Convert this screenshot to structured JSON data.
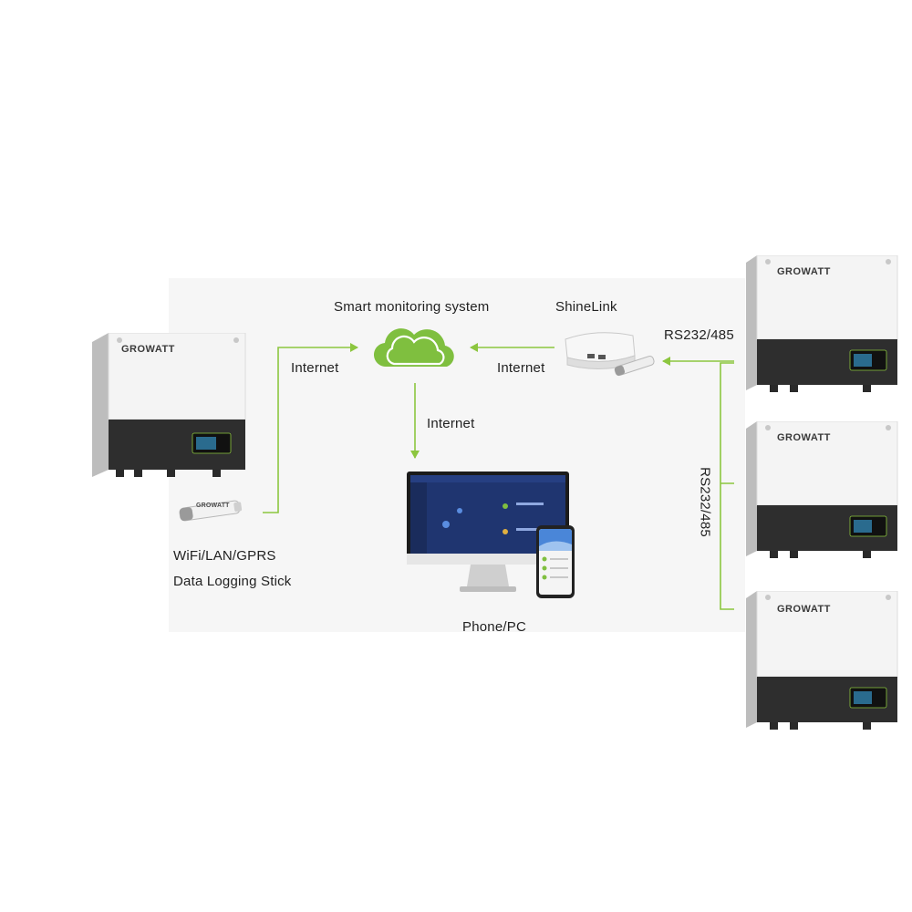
{
  "labels": {
    "cloud_title": "Smart monitoring system",
    "shinelink": "ShineLink",
    "rs_top": "RS232/485",
    "rs_side": "RS232/485",
    "internet_left": "Internet",
    "internet_right": "Internet",
    "internet_down": "Internet",
    "stick_line1": "WiFi/LAN/GPRS",
    "stick_line2": "Data Logging Stick",
    "devices": "Phone/PC"
  },
  "brand": {
    "logo_text": "GROWATT",
    "stick_text": "GROWATT"
  },
  "colors": {
    "accent_green": "#8cc63f",
    "inverter_dark": "#2e2e2e",
    "inverter_light": "#f4f4f4",
    "panel_bg": "#f6f6f6"
  },
  "icons": {
    "cloud": "cloud-icon",
    "router": "router-icon",
    "stick": "usb-stick-icon",
    "monitor": "monitor-icon",
    "phone": "phone-icon"
  }
}
